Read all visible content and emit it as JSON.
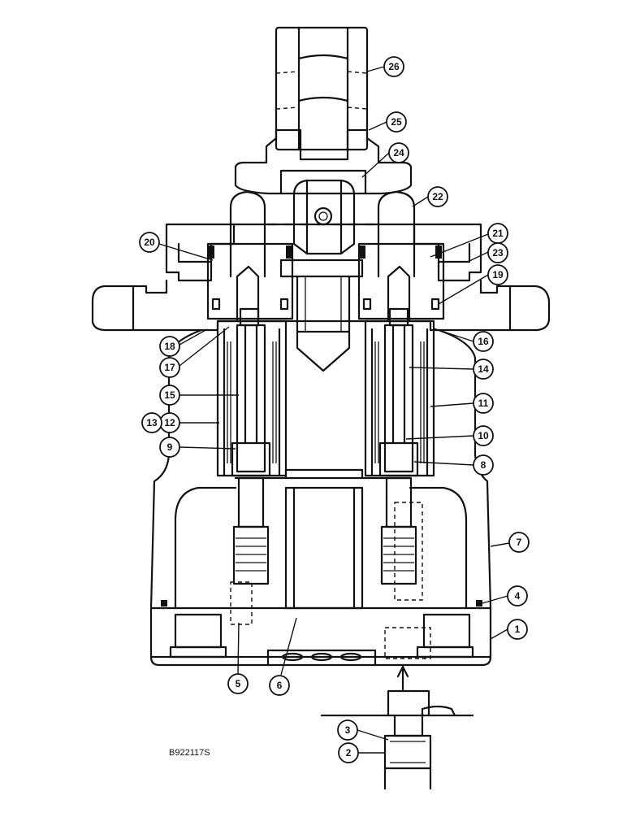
{
  "figure_code": "B922117S",
  "callouts": [
    {
      "label": "1"
    },
    {
      "label": "2"
    },
    {
      "label": "3"
    },
    {
      "label": "4"
    },
    {
      "label": "5"
    },
    {
      "label": "6"
    },
    {
      "label": "7"
    },
    {
      "label": "8"
    },
    {
      "label": "9"
    },
    {
      "label": "10"
    },
    {
      "label": "11"
    },
    {
      "label": "12"
    },
    {
      "label": "13"
    },
    {
      "label": "14"
    },
    {
      "label": "15"
    },
    {
      "label": "16"
    },
    {
      "label": "17"
    },
    {
      "label": "18"
    },
    {
      "label": "19"
    },
    {
      "label": "20"
    },
    {
      "label": "21"
    },
    {
      "label": "22"
    },
    {
      "label": "23"
    },
    {
      "label": "24"
    },
    {
      "label": "25"
    },
    {
      "label": "26"
    }
  ]
}
